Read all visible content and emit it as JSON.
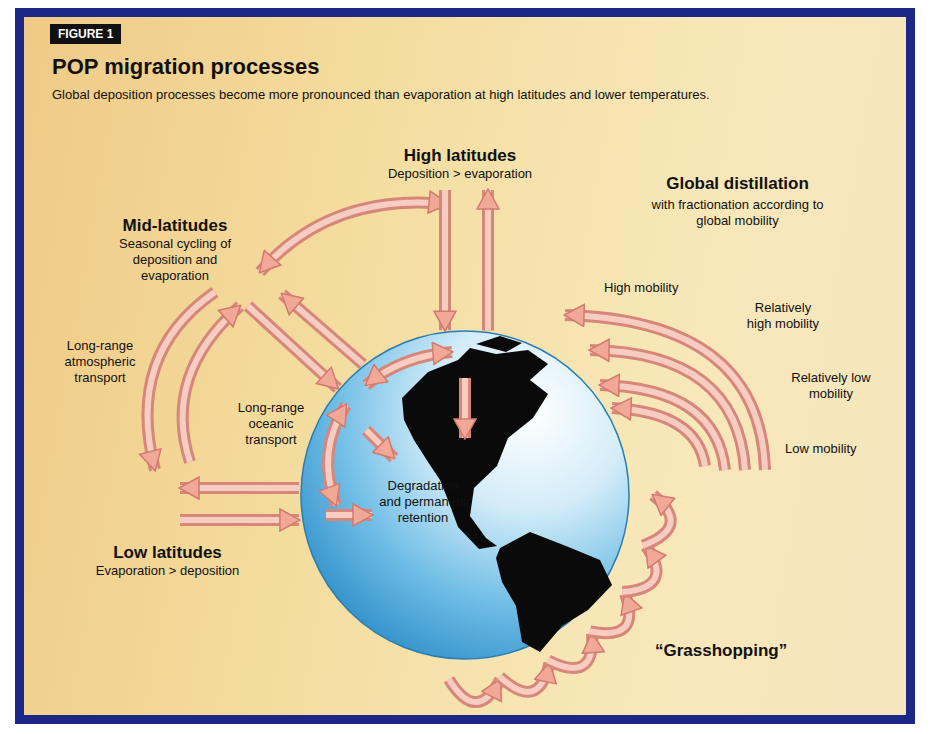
{
  "diagram": {
    "title": "POP migration processes",
    "caption": "Global deposition processes become more pronounced than evaporation at high latitudes and lower temperatures.",
    "nodes": [
      {
        "text": [
          "High latitudes",
          "Deposition > evaporation"
        ]
      },
      {
        "text": [
          "Mid-latitudes",
          "Seasonal cycling of deposition and evaporation"
        ]
      },
      {
        "text": [
          "Low latitudes",
          "Evaporation > deposition"
        ]
      },
      {
        "text": [
          "Degradation and permanent retention"
        ]
      }
    ],
    "edges": [
      {
        "from": 0,
        "to": 1,
        "arrow": "both"
      },
      {
        "from": 1,
        "to": 2,
        "label": "Long-range atmospheric transport",
        "arrow": "both"
      },
      {
        "from": 0,
        "to": 3,
        "arrow": "both"
      },
      {
        "from": 1,
        "to": 3,
        "arrow": "both"
      },
      {
        "from": 2,
        "to": 3,
        "arrow": "both"
      }
    ],
    "labels": [
      "FIGURE 1",
      "Global distillation",
      "with fractionation according to global mobility",
      "High mobility",
      "Relatively high mobility",
      "Relatively low mobility",
      "Low mobility",
      "Long-range oceanic transport",
      "“Grasshopping”"
    ]
  }
}
